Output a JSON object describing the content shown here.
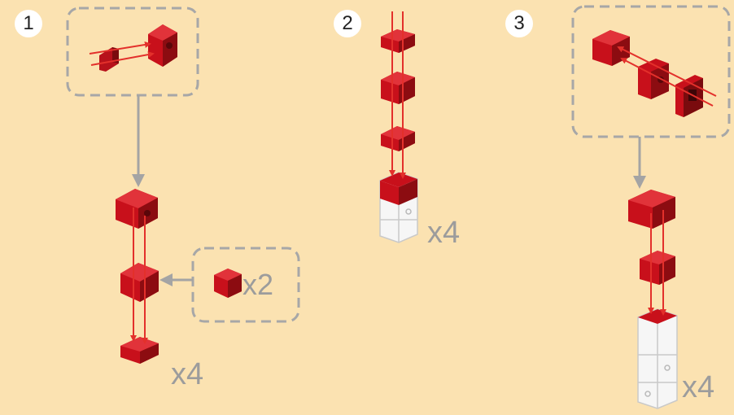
{
  "steps": [
    {
      "number": "1",
      "multiplier": "x4",
      "sub_multiplier": "x2"
    },
    {
      "number": "2",
      "multiplier": "x4"
    },
    {
      "number": "3",
      "multiplier": "x4"
    }
  ],
  "colors": {
    "background": "#fbe2b1",
    "brick_red": "#c8101b",
    "brick_dark": "#6e0a0c",
    "assembly_arrow": "#e3302b",
    "connector_arrow": "#a4a4a4",
    "callout_border": "#a7a7a7",
    "white_brick": "#f6f6f6"
  },
  "icons": [
    "step-badge",
    "assembly-arrow",
    "callout-box",
    "connector-arrow"
  ]
}
